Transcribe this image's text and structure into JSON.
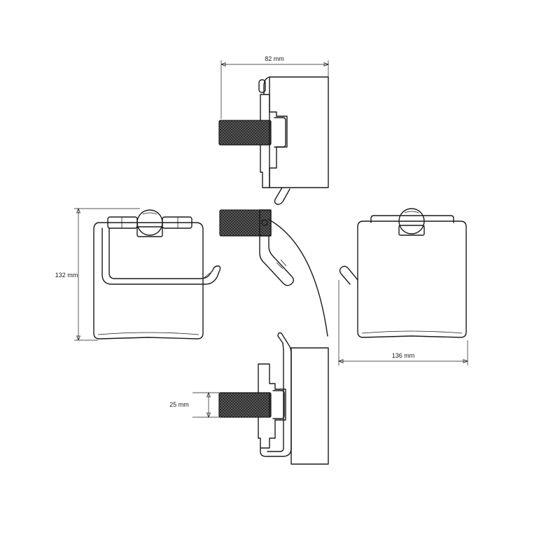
{
  "dimensions": {
    "depth": "82 mm",
    "height": "132 mm",
    "width": "136 mm",
    "bar_diameter": "25 mm"
  },
  "colors": {
    "line": "#1a1a1a",
    "knurl": "#3a3a3a",
    "background": "#ffffff"
  }
}
